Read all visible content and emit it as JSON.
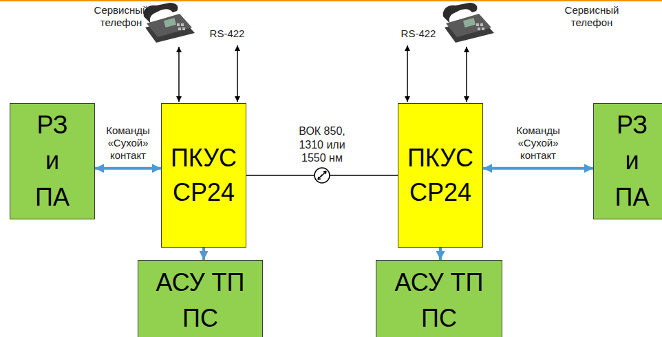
{
  "diagram": {
    "nodes": [
      {
        "text": [
          "РЗ и ПА"
        ]
      },
      {
        "text": [
          "ПКУС СР24"
        ]
      },
      {
        "text": [
          "ПКУС СР24"
        ]
      },
      {
        "text": [
          "РЗ и ПА"
        ]
      },
      {
        "text": [
          "АСУ ТП ПС"
        ]
      },
      {
        "text": [
          "АСУ ТП ПС"
        ]
      }
    ],
    "edges": [
      {
        "from": 0,
        "to": 1,
        "arrow": "both",
        "label": "Команды «Сухой» контакт"
      },
      {
        "from": 1,
        "to": 2,
        "arrow": "none",
        "label": "ВОК 850, 1310 или 1550 нм"
      },
      {
        "from": 2,
        "to": 3,
        "arrow": "both",
        "label": "Команды «Сухой» контакт"
      },
      {
        "from": 1,
        "to": 4,
        "arrow": "to"
      },
      {
        "from": 2,
        "to": 5,
        "arrow": "to"
      }
    ],
    "labels": [
      "Сервисный телефон",
      "RS-422",
      "RS-422",
      "Сервисный телефон"
    ]
  }
}
